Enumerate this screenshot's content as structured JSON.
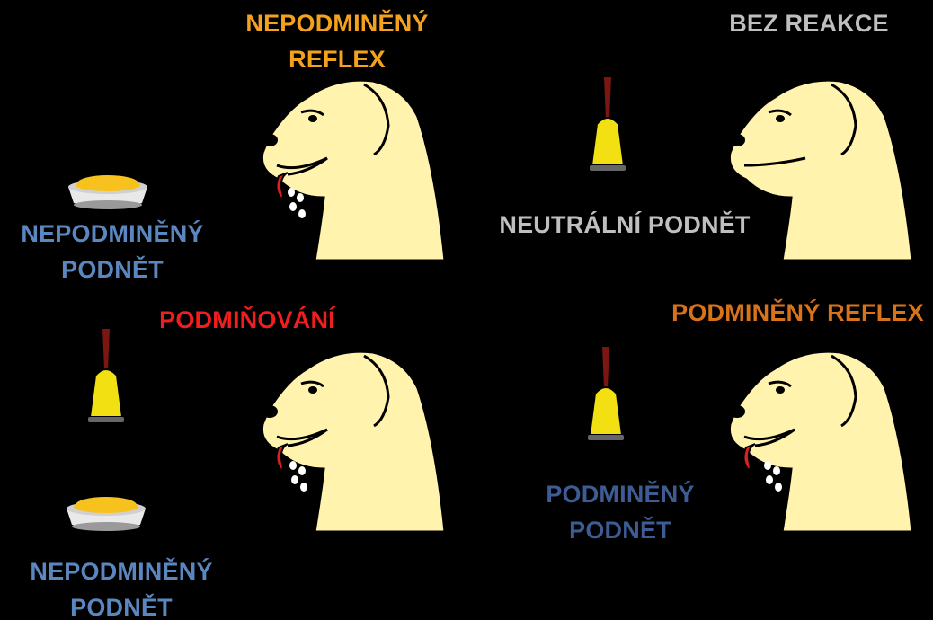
{
  "colors": {
    "background": "#000000",
    "unconditioned": "#F4A21E",
    "neutral": "#BFBFBF",
    "conditioning": "#F01E1E",
    "conditioned_reflex": "#D9731A",
    "stimulus_light": "#5B87C0",
    "stimulus_dark": "#3C5C94",
    "dog_fill": "#FFF3AD",
    "bell": "#F2E012",
    "handle": "#7A1712",
    "tongue": "#E0201E",
    "food": "#F7C21E"
  },
  "labels": {
    "unconditioned_reflex": [
      "NEPODMINĚNÝ",
      "REFLEX"
    ],
    "unconditioned_stimulus_top": [
      "NEPODMINĚNÝ",
      "PODNĚT"
    ],
    "no_reaction": "BEZ REAKCE",
    "neutral_stimulus": "NEUTRÁLNÍ PODNĚT",
    "conditioning": "PODMIŇOVÁNÍ",
    "conditioned_reflex": "PODMINĚNÝ REFLEX",
    "unconditioned_stimulus_bottom": [
      "NEPODMINĚNÝ",
      "PODNĚT"
    ],
    "conditioned_stimulus": [
      "PODMINĚNÝ",
      "PODNĚT"
    ]
  },
  "icons": {
    "dog": "dog-head-icon",
    "bell": "bell-icon",
    "food": "food-bowl-icon",
    "saliva": "saliva-drops-icon"
  }
}
